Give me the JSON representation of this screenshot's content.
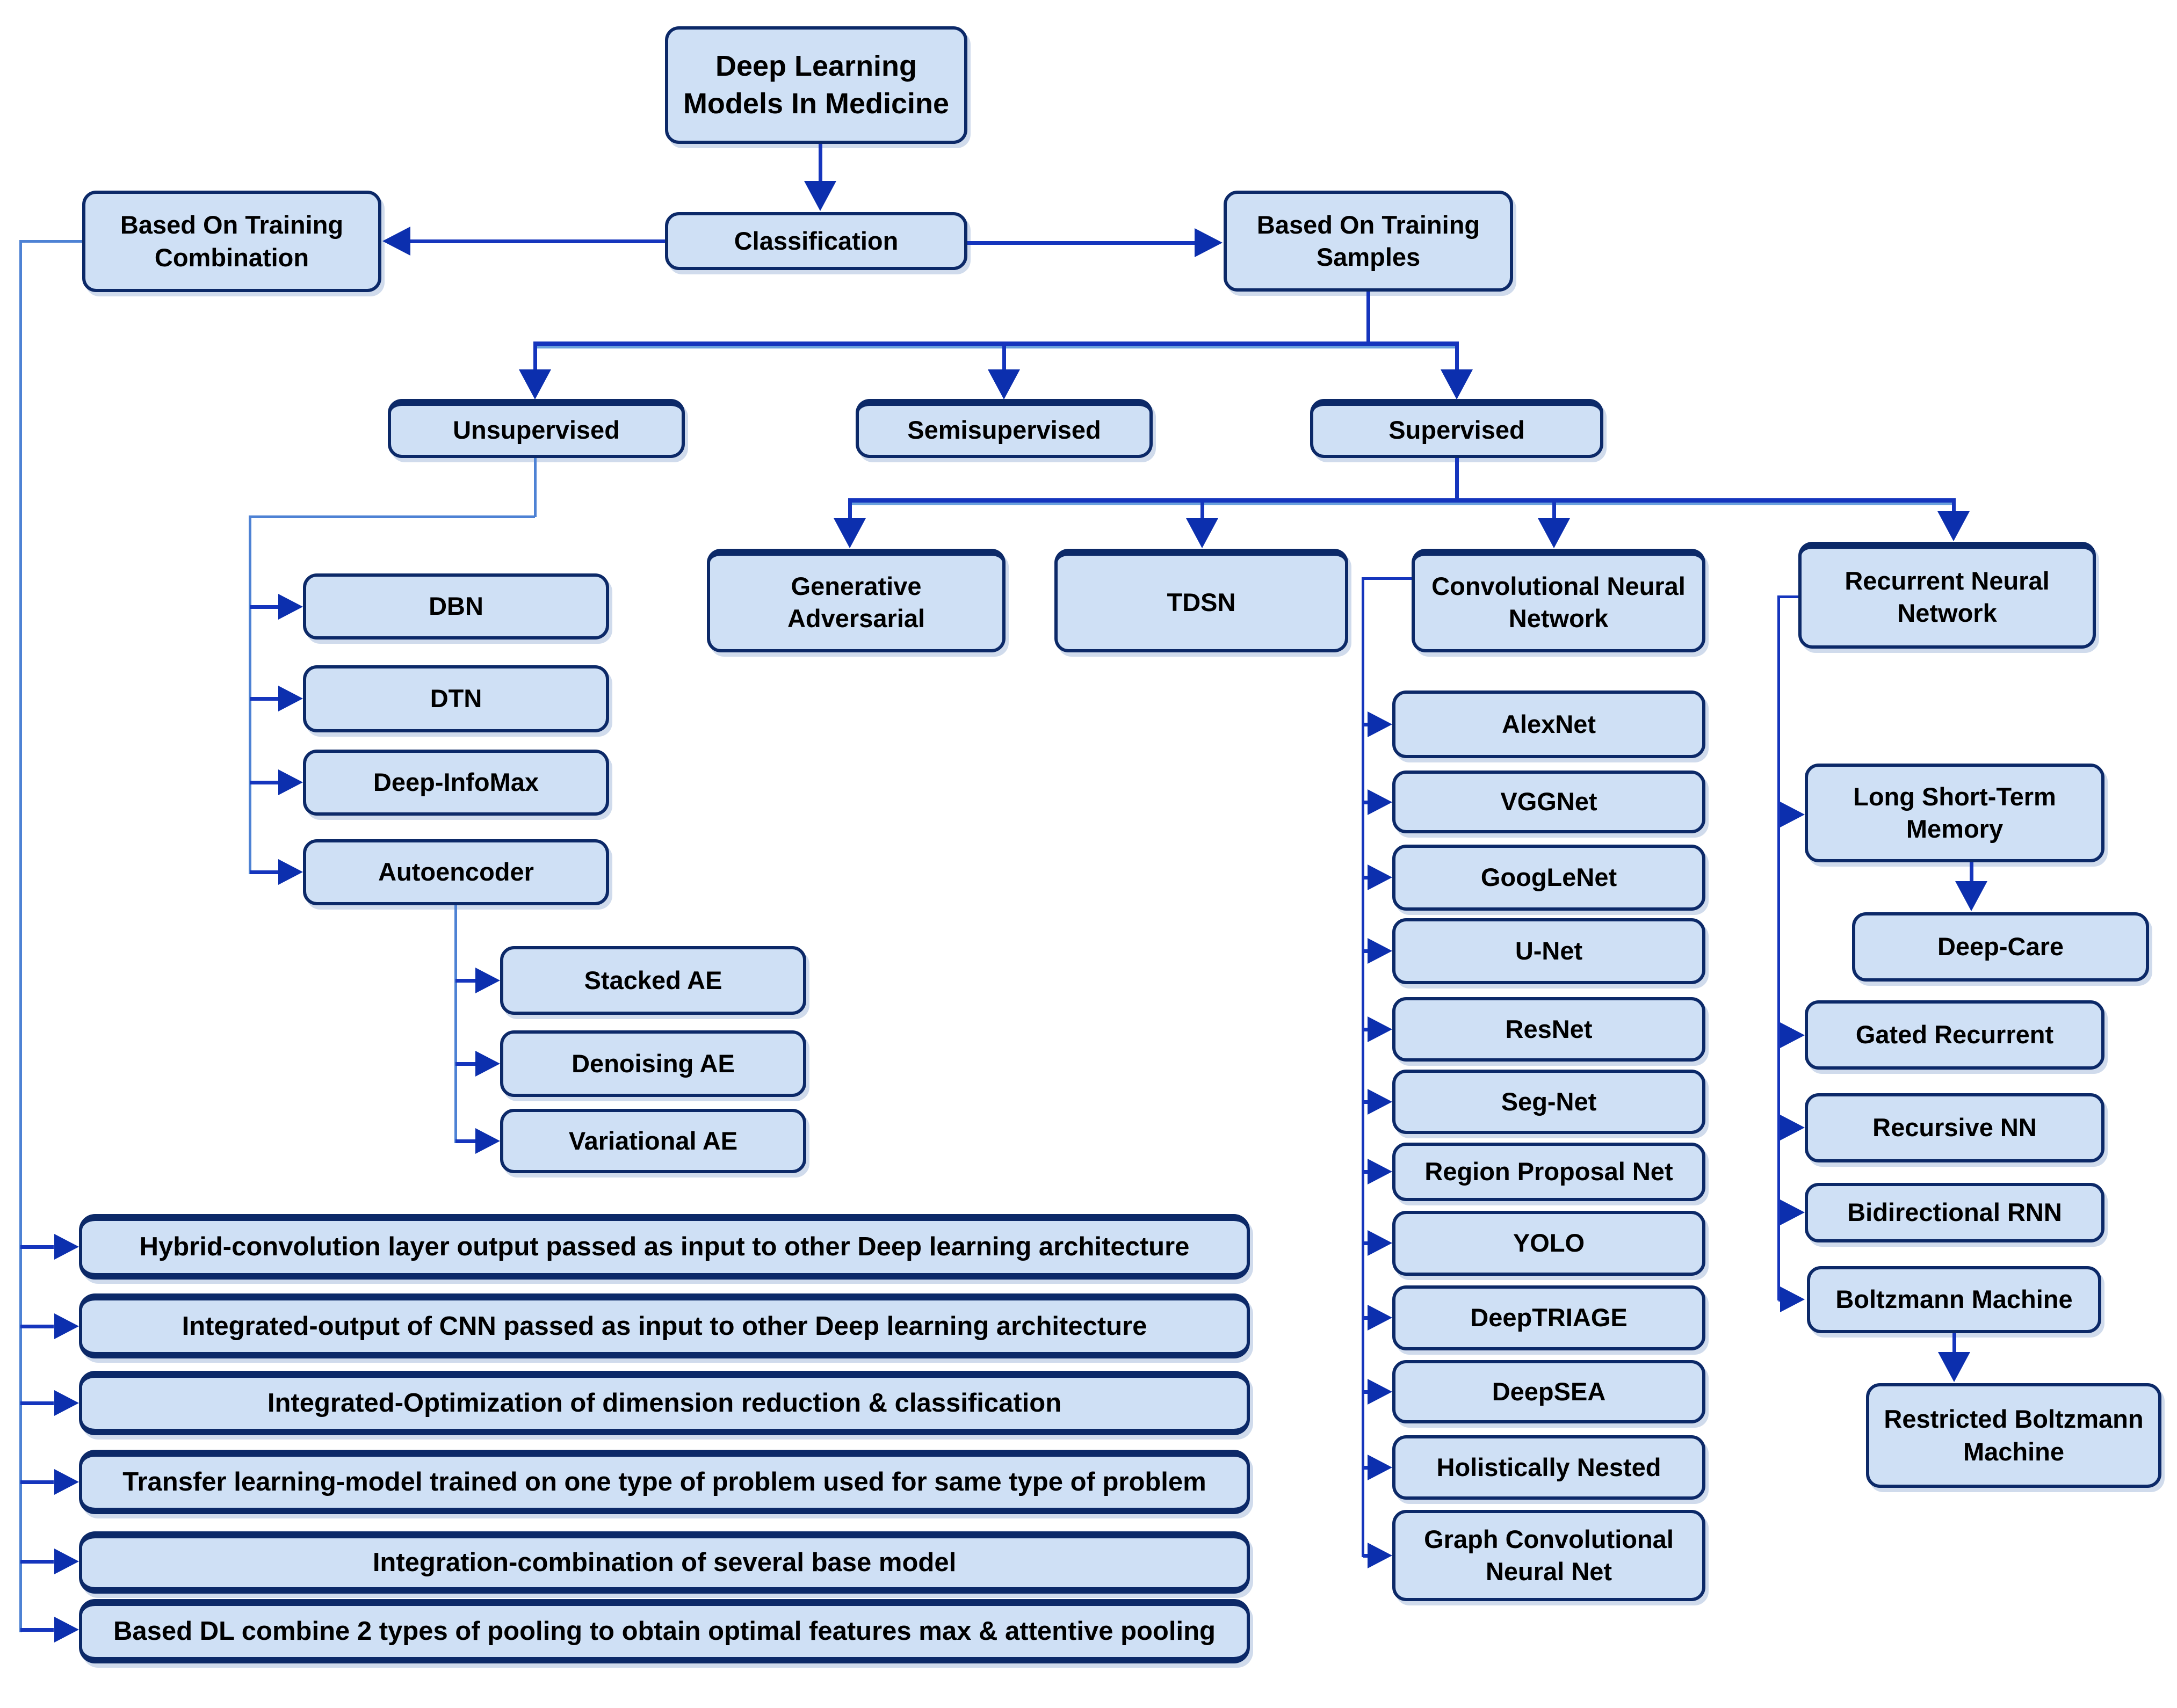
{
  "page_title": "Deep Learning Models In Medicine",
  "colors": {
    "box_fill": "#cfe0f5",
    "box_border": "#0c2968",
    "line_blue": "#1535bd",
    "line_light_blue": "#4e82d4",
    "arrow_head": "#0c2fae",
    "text": "#000000",
    "background": "#ffffff"
  },
  "nodes": {
    "title": {
      "label": "Deep Learning Models In Medicine"
    },
    "classification": {
      "label": "Classification"
    },
    "based_on_training_combination": {
      "label": "Based On Training Combination"
    },
    "based_on_training_samples": {
      "label": "Based On Training Samples"
    },
    "unsupervised": {
      "label": "Unsupervised"
    },
    "semisupervised": {
      "label": "Semisupervised"
    },
    "supervised": {
      "label": "Supervised"
    },
    "generative_adversarial": {
      "label": "Generative Adversarial"
    },
    "tdsn": {
      "label": "TDSN"
    },
    "cnn": {
      "label": "Convolutional Neural Network"
    },
    "rnn": {
      "label": "Recurrent Neural Network"
    },
    "dbn": {
      "label": "DBN"
    },
    "dtn": {
      "label": "DTN"
    },
    "deep_infomax": {
      "label": "Deep-InfoMax"
    },
    "autoencoder": {
      "label": "Autoencoder"
    },
    "stacked_ae": {
      "label": "Stacked AE"
    },
    "denoising_ae": {
      "label": "Denoising AE"
    },
    "variational_ae": {
      "label": "Variational AE"
    },
    "alexnet": {
      "label": "AlexNet"
    },
    "vggnet": {
      "label": "VGGNet"
    },
    "googlenet": {
      "label": "GoogLeNet"
    },
    "unet": {
      "label": "U-Net"
    },
    "resnet": {
      "label": "ResNet"
    },
    "segnet": {
      "label": "Seg-Net"
    },
    "region_proposal_net": {
      "label": "Region Proposal Net"
    },
    "yolo": {
      "label": "YOLO"
    },
    "deeptriage": {
      "label": "DeepTRIAGE"
    },
    "deepsea": {
      "label": "DeepSEA"
    },
    "holistically_nested": {
      "label": "Holistically Nested"
    },
    "graph_cnn": {
      "label": "Graph Convolutional Neural Net"
    },
    "lstm": {
      "label": "Long Short-Term Memory"
    },
    "deep_care": {
      "label": "Deep-Care"
    },
    "gated_recurrent": {
      "label": "Gated Recurrent"
    },
    "recursive_nn": {
      "label": "Recursive NN"
    },
    "bidirectional_rnn": {
      "label": "Bidirectional RNN"
    },
    "boltzmann_machine": {
      "label": "Boltzmann Machine"
    },
    "restricted_boltzmann_machine": {
      "label": "Restricted Boltzmann Machine"
    },
    "hybrid": {
      "label": "Hybrid-convolution layer output passed as input to other Deep learning architecture"
    },
    "integrated_output": {
      "label": "Integrated-output of CNN passed as input to other Deep learning architecture"
    },
    "integrated_optimization": {
      "label": "Integrated-Optimization of dimension reduction & classification"
    },
    "transfer_learning": {
      "label": "Transfer learning-model trained on one type of problem used for same type of problem"
    },
    "integration": {
      "label": "Integration-combination of several base model"
    },
    "based_dl": {
      "label": "Based DL combine 2 types of pooling to obtain optimal features max & attentive pooling"
    }
  }
}
